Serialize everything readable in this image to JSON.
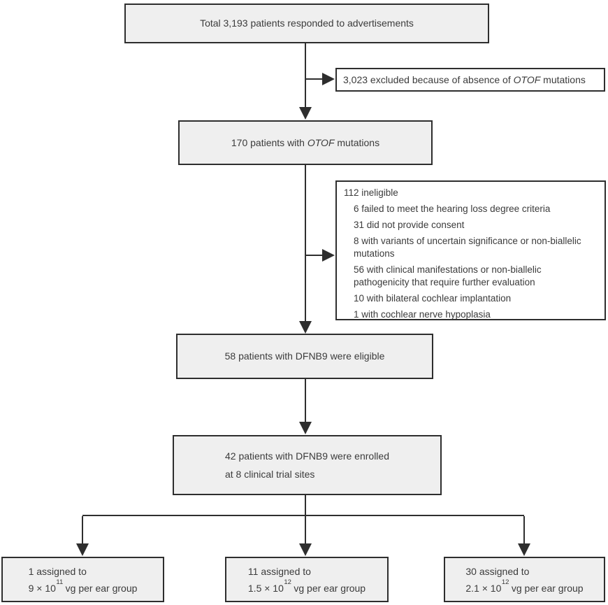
{
  "flow": {
    "box_responded": {
      "text": "Total 3,193 patients responded to advertisements"
    },
    "box_excluded": {
      "prefix": "3,023 excluded because of absence of ",
      "gene": "OTOF",
      "suffix": " mutations"
    },
    "box_otof": {
      "prefix": "170 patients with ",
      "gene": "OTOF",
      "suffix": " mutations"
    },
    "box_ineligible": {
      "header": "112 ineligible",
      "items": [
        "6 failed to meet the hearing loss degree criteria",
        "31 did not provide consent",
        "8 with variants of uncertain significance or non-biallelic mutations",
        "56 with clinical manifestations or non-biallelic pathogenicity that require further evaluation",
        "10 with bilateral cochlear implantation",
        "1 with cochlear nerve hypoplasia"
      ]
    },
    "box_eligible": {
      "text": "58 patients with DFNB9 were eligible"
    },
    "box_enrolled": {
      "line1": "42 patients with DFNB9 were enrolled",
      "line2": "at 8 clinical trial sites"
    },
    "groups": [
      {
        "line1": "1 assigned to",
        "dose_base": "9 × 10",
        "dose_exp": "11",
        "dose_suffix": " vg per ear group"
      },
      {
        "line1": "11 assigned to",
        "dose_base": "1.5 × 10",
        "dose_exp": "12",
        "dose_suffix": " vg per ear group"
      },
      {
        "line1": "30 assigned to",
        "dose_base": "2.1 × 10",
        "dose_exp": "12",
        "dose_suffix": " vg per ear group"
      }
    ],
    "colors": {
      "box_fill": "#efefef",
      "box_border": "#2e2e2e",
      "connector": "#2e2e2e",
      "text": "#3b3b3b"
    }
  }
}
